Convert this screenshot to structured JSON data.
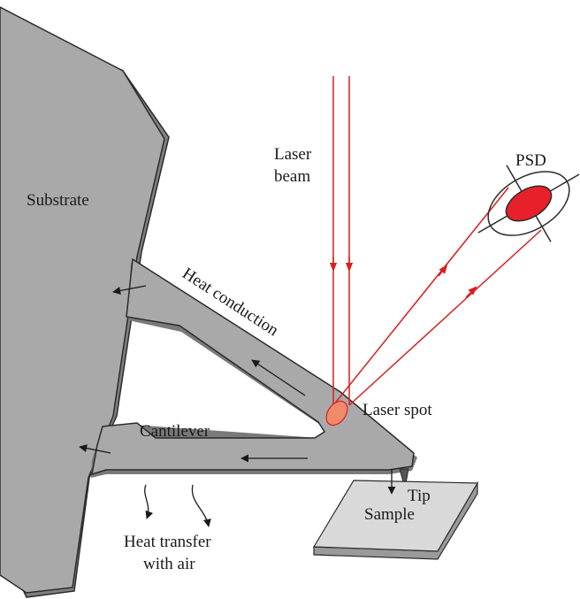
{
  "labels": {
    "substrate": "Substrate",
    "laser_line1": "Laser",
    "laser_line2": "beam",
    "psd": "PSD",
    "heat_conduction": "Heat conduction",
    "laser_spot": "Laser spot",
    "cantilever": "Cantilever",
    "tip": "Tip",
    "sample": "Sample",
    "heat_air_line1": "Heat transfer",
    "heat_air_line2": "with air"
  },
  "colors": {
    "structure_fill": "#a9a9a9",
    "structure_shade": "#808080",
    "outline": "#2b2b2b",
    "laser": "#d81e1e",
    "psd_fill": "#e8202a",
    "spot_fill": "#f08a6a",
    "sample_fill": "#d9d9d9"
  }
}
